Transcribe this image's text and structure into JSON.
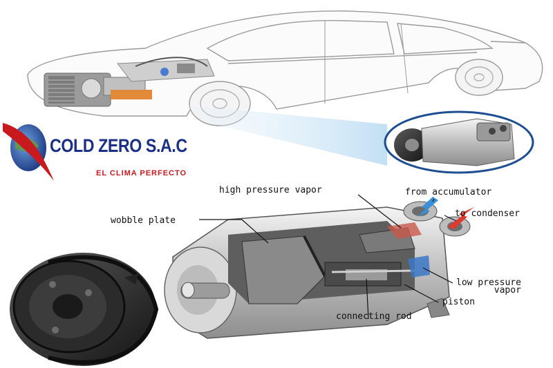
{
  "brand": {
    "name": "COLD ZERO S.A.C",
    "tagline": "EL CLIMA PERFECTO",
    "red": "#c8191e",
    "blue": "#1c2f86"
  },
  "diagram": {
    "labels": {
      "high_pressure_vapor": "high pressure vapor",
      "from_accumulator": "from accumulator",
      "to_condenser": "to condenser",
      "wobble_plate": "wobble plate",
      "low_pressure_line1": "low pressure",
      "low_pressure_line2": "vapor",
      "piston": "piston",
      "connecting_rod": "connecting rod"
    },
    "colors": {
      "inflow_arrow": "#3b8fd6",
      "outflow_arrow": "#e03a2f",
      "callout_ring": "#1c4e91",
      "highlight_beam": "#cfe6f7"
    }
  }
}
